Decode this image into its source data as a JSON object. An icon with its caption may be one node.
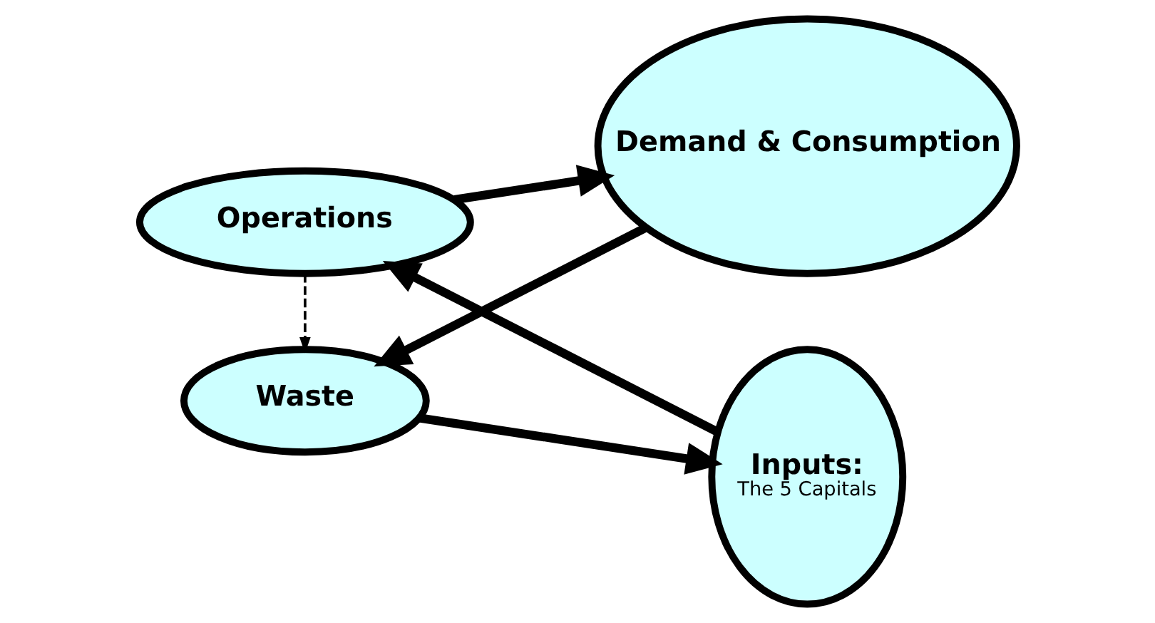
{
  "diagram": {
    "nodes": [
      {
        "text": [
          "Operations"
        ]
      },
      {
        "text": [
          "Inputs:",
          "The 5 Capitals"
        ]
      },
      {
        "text": [
          "Demand & Consumption"
        ]
      },
      {
        "text": [
          "Waste"
        ]
      }
    ],
    "edges": [
      {
        "from": 1,
        "to": 0,
        "arrow": "to"
      },
      {
        "from": 0,
        "to": 2,
        "arrow": "to"
      },
      {
        "from": 2,
        "to": 3,
        "arrow": "to"
      },
      {
        "from": 3,
        "to": 1,
        "arrow": "to"
      },
      {
        "from": 0,
        "to": 3,
        "arrow": "to",
        "style": "dashed"
      }
    ]
  }
}
